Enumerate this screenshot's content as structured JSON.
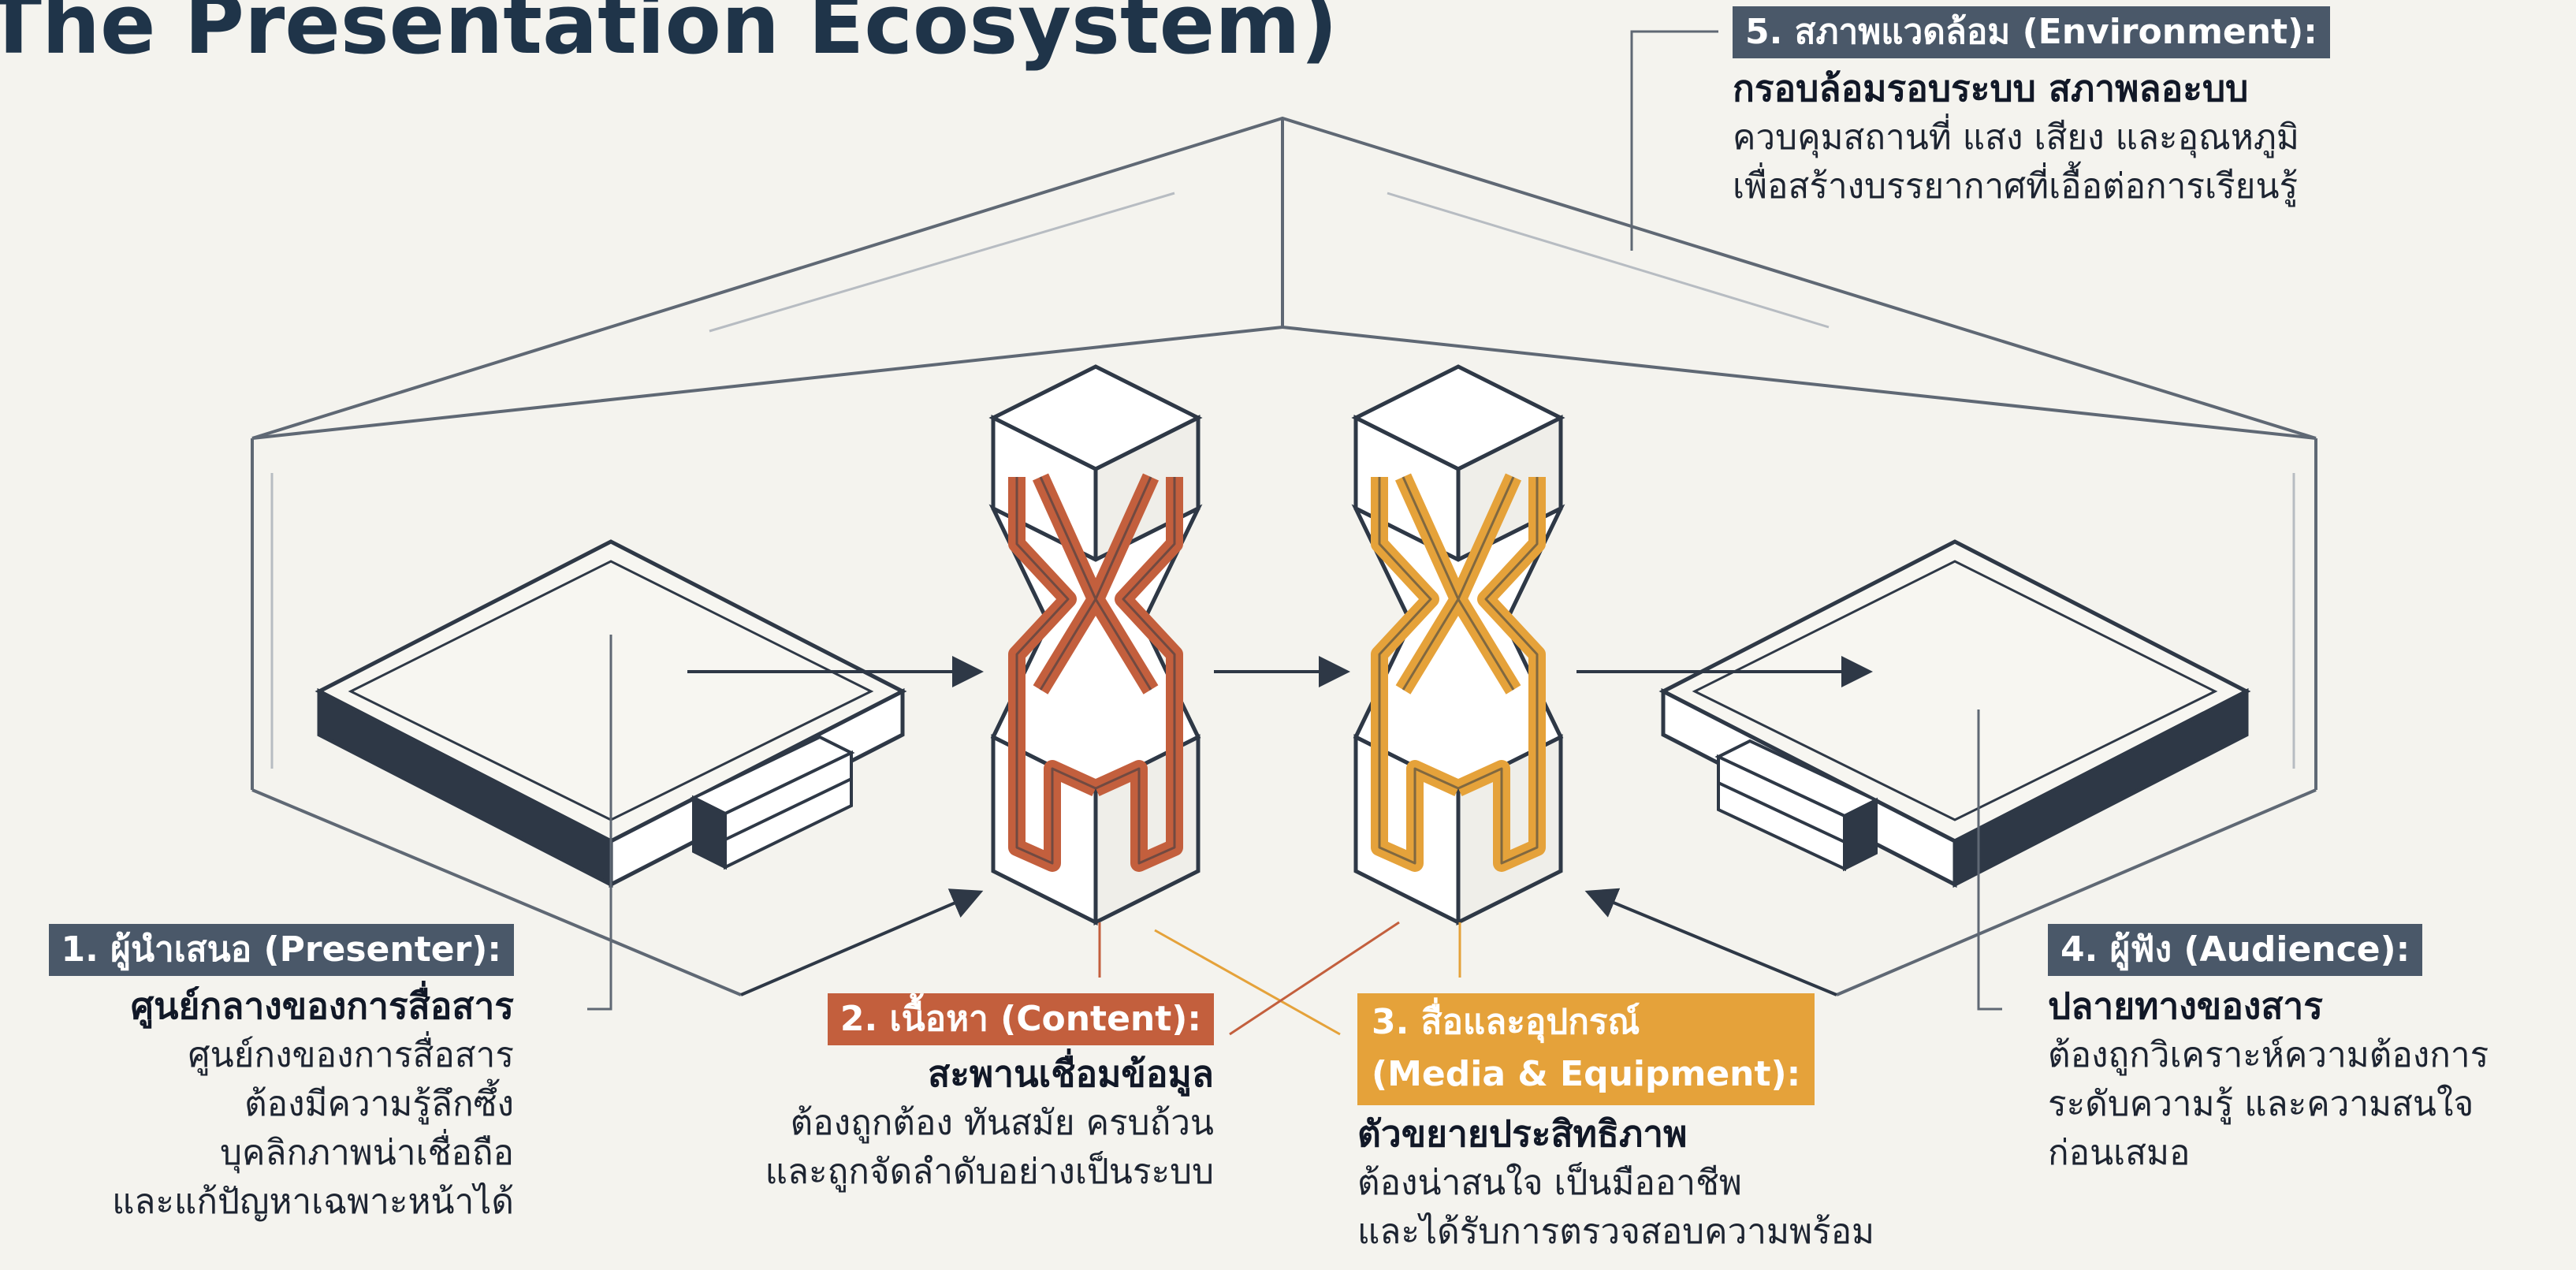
{
  "title": "The Presentation Ecosystem)",
  "colors": {
    "navy": "#4a5869",
    "content": "#c35f3d",
    "media": "#e5a23a",
    "ink": "#2e3846",
    "background": "#f4f3ee"
  },
  "nodes": {
    "presenter": {
      "tag": "1. ผู้นำเสนอ (Presenter):",
      "heading": "ศูนย์กลางของการสื่อสาร",
      "lines": [
        "ศูนย์กงของการสื่อสาร",
        "ต้องมีความรู้ลึกซึ้ง",
        "บุคลิกภาพน่าเชื่อถือ",
        "และแก้ปัญหาเฉพาะหน้าได้"
      ]
    },
    "content": {
      "tag": "2. เนื้อหา (Content):",
      "heading": "สะพานเชื่อมข้อมูล",
      "lines": [
        "ต้องถูกต้อง ทันสมัย ครบถ้วน",
        "และถูกจัดลำดับอย่างเป็นระบบ"
      ]
    },
    "media": {
      "tag_line1": "3. สื่อและอุปกรณ์",
      "tag_line2": "(Media & Equipment):",
      "heading": "ตัวขยายประสิทธิภาพ",
      "lines": [
        "ต้องน่าสนใจ เป็นมืออาชีพ",
        "และได้รับการตรวจสอบความพร้อม"
      ]
    },
    "audience": {
      "tag": "4. ผู้ฟัง (Audience):",
      "heading": "ปลายทางของสาร",
      "lines": [
        "ต้องถูกวิเคราะห์ความต้องการ",
        "ระดับความรู้ และความสนใจ",
        "ก่อนเสมอ"
      ]
    },
    "environment": {
      "tag": "5. สภาพแวดล้อม (Environment):",
      "heading": "กรอบล้อมรอบระบบ สภาพลอะบบ",
      "lines": [
        "ควบคุมสถานที่ แสง เสียง และอุณหภูมิ",
        "เพื่อสร้างบรรยากาศที่เอื้อต่อการเรียนรู้"
      ]
    }
  }
}
